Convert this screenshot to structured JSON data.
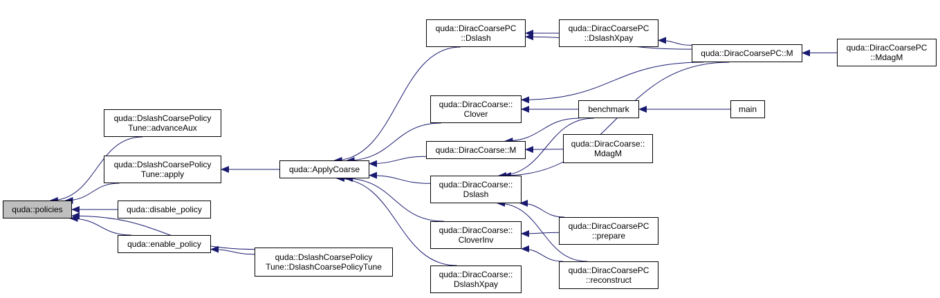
{
  "colors": {
    "edge": "#191970",
    "root_fill": "#bfbfbf",
    "node_fill": "#ffffff",
    "border": "#000000"
  },
  "nodes": {
    "policies": {
      "lines": [
        "quda::policies"
      ]
    },
    "advanceAux": {
      "lines": [
        "quda::DslashCoarsePolicy",
        "Tune::advanceAux"
      ]
    },
    "apply": {
      "lines": [
        "quda::DslashCoarsePolicy",
        "Tune::apply"
      ]
    },
    "disable_policy": {
      "lines": [
        "quda::disable_policy"
      ]
    },
    "enable_policy": {
      "lines": [
        "quda::enable_policy"
      ]
    },
    "tune_ctor": {
      "lines": [
        "quda::DslashCoarsePolicy",
        "Tune::DslashCoarsePolicyTune"
      ]
    },
    "ApplyCoarse": {
      "lines": [
        "quda::ApplyCoarse"
      ]
    },
    "pc_dslash": {
      "lines": [
        "quda::DiracCoarsePC",
        "::Dslash"
      ]
    },
    "clover": {
      "lines": [
        "quda::DiracCoarse::",
        "Clover"
      ]
    },
    "dc_M": {
      "lines": [
        "quda::DiracCoarse::M"
      ]
    },
    "dc_dslash": {
      "lines": [
        "quda::DiracCoarse::",
        "Dslash"
      ]
    },
    "cloverinv": {
      "lines": [
        "quda::DiracCoarse::",
        "CloverInv"
      ]
    },
    "dc_dslashxpay": {
      "lines": [
        "quda::DiracCoarse::",
        "DslashXpay"
      ]
    },
    "pc_dslashxpay": {
      "lines": [
        "quda::DiracCoarsePC",
        "::DslashXpay"
      ]
    },
    "pc_M": {
      "lines": [
        "quda::DiracCoarsePC::M"
      ]
    },
    "pc_mdagm": {
      "lines": [
        "quda::DiracCoarsePC",
        "::MdagM"
      ]
    },
    "benchmark": {
      "lines": [
        "benchmark"
      ]
    },
    "main": {
      "lines": [
        "main"
      ]
    },
    "dc_mdagm": {
      "lines": [
        "quda::DiracCoarse::",
        "MdagM"
      ]
    },
    "pc_prepare": {
      "lines": [
        "quda::DiracCoarsePC",
        "::prepare"
      ]
    },
    "pc_reconstruct": {
      "lines": [
        "quda::DiracCoarsePC",
        "::reconstruct"
      ]
    }
  },
  "edges": [
    [
      "advanceAux",
      "policies"
    ],
    [
      "apply",
      "policies"
    ],
    [
      "disable_policy",
      "policies"
    ],
    [
      "enable_policy",
      "policies"
    ],
    [
      "tune_ctor",
      "policies"
    ],
    [
      "tune_ctor",
      "enable_policy"
    ],
    [
      "ApplyCoarse",
      "apply"
    ],
    [
      "pc_dslash",
      "ApplyCoarse"
    ],
    [
      "clover",
      "ApplyCoarse"
    ],
    [
      "dc_M",
      "ApplyCoarse"
    ],
    [
      "dc_dslash",
      "ApplyCoarse"
    ],
    [
      "cloverinv",
      "ApplyCoarse"
    ],
    [
      "dc_dslashxpay",
      "ApplyCoarse"
    ],
    [
      "pc_dslashxpay",
      "pc_dslash"
    ],
    [
      "pc_M",
      "pc_dslash"
    ],
    [
      "pc_M",
      "pc_dslashxpay"
    ],
    [
      "pc_mdagm",
      "pc_M"
    ],
    [
      "pc_M",
      "clover"
    ],
    [
      "benchmark",
      "clover"
    ],
    [
      "main",
      "benchmark"
    ],
    [
      "benchmark",
      "dc_M"
    ],
    [
      "dc_mdagm",
      "dc_M"
    ],
    [
      "benchmark",
      "dc_dslash"
    ],
    [
      "pc_M",
      "dc_dslash"
    ],
    [
      "pc_prepare",
      "dc_dslash"
    ],
    [
      "pc_reconstruct",
      "dc_dslash"
    ],
    [
      "pc_prepare",
      "cloverinv"
    ],
    [
      "pc_reconstruct",
      "cloverinv"
    ]
  ]
}
